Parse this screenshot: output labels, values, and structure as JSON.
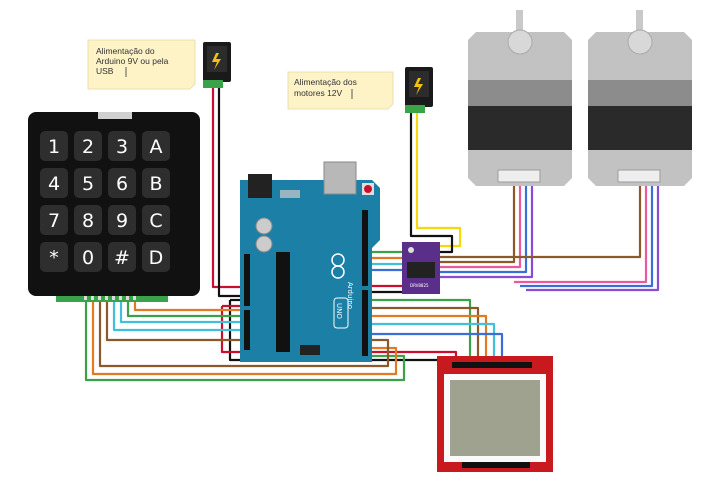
{
  "notes": {
    "arduino_power": [
      "Alimentação do",
      "Arduino 9V ou pela",
      "USB"
    ],
    "motor_power": [
      "Alimentação dos",
      "motores 12V"
    ]
  },
  "keypad": {
    "keys": [
      "1",
      "2",
      "3",
      "A",
      "4",
      "5",
      "6",
      "B",
      "7",
      "8",
      "9",
      "C",
      "*",
      "0",
      "#",
      "D"
    ]
  },
  "arduino": {
    "brand": "Arduino",
    "model": "UNO"
  },
  "driver": {
    "label": "DRV8825"
  },
  "colors": {
    "board": "#1b7fa6",
    "keypad_body": "#111111",
    "lcd_pcb": "#c8191e",
    "lcd_screen": "#9ea28f",
    "driver_pcb": "#5a2f8a",
    "wire_red": "#c8102e",
    "wire_black": "#111111",
    "wire_yellow": "#f5d90a",
    "wire_orange": "#e07b24",
    "wire_brown": "#8b5a2b",
    "wire_green": "#3aa34a",
    "wire_blue": "#3a6fd8",
    "wire_cyan": "#3fc1d9",
    "wire_pink": "#e85a9c",
    "wire_purple": "#8a4bd6"
  }
}
